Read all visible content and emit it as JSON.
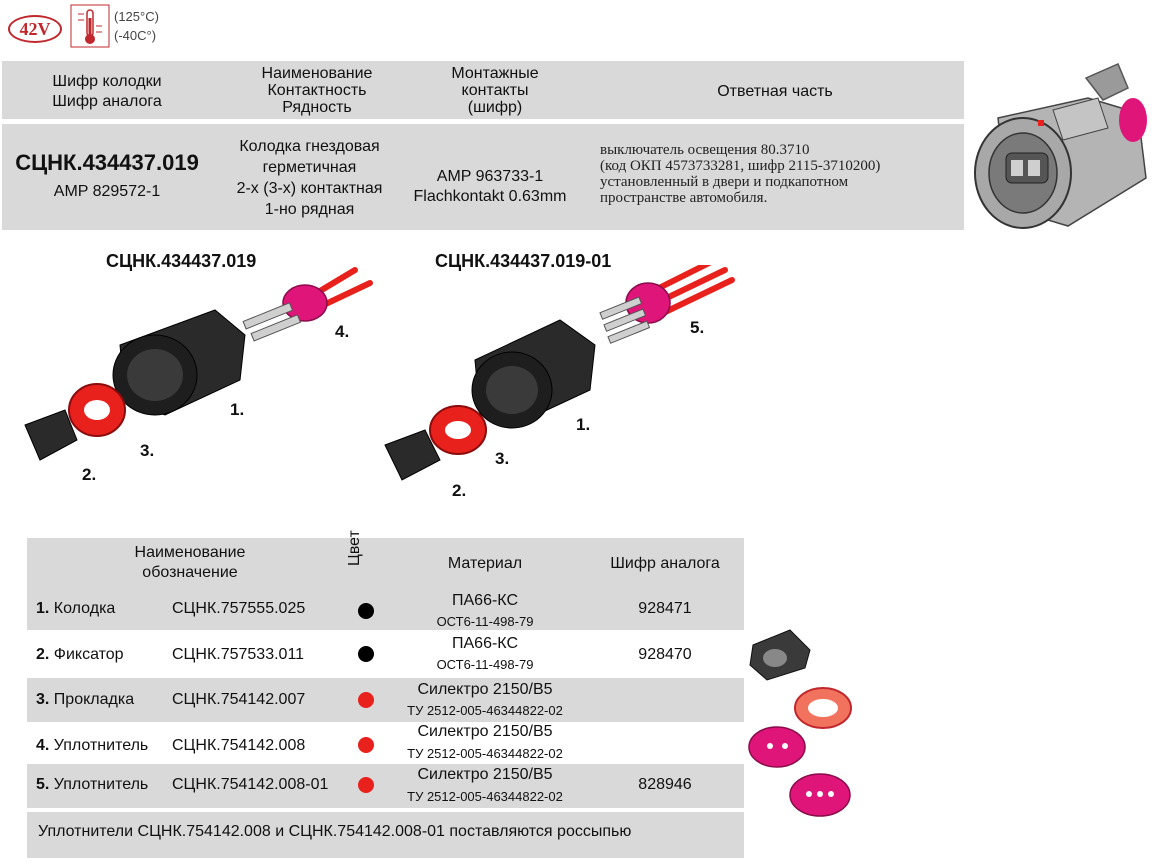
{
  "header": {
    "voltage": "42V",
    "temp_high": "(125°C)",
    "temp_low": "(-40C°)"
  },
  "top_table": {
    "headers": {
      "code": [
        "Шифр колодки",
        "Шифр аналога"
      ],
      "name": [
        "Наименование",
        "Контактность",
        "Рядность"
      ],
      "contacts": [
        "Монтажные",
        "контакты",
        "(шифр)"
      ],
      "mating": "Ответная часть"
    },
    "row": {
      "code": "СЦНК.434437.019",
      "analog": "AMP 829572-1",
      "name_lines": [
        "Колодка гнездовая",
        "герметичная",
        "2-х (3-х) контактная",
        "1-но рядная"
      ],
      "contacts_lines": [
        "AMP 963733-1",
        "Flachkontakt 0.63mm"
      ],
      "mating_lines": [
        "выключатель освещения 80.3710",
        "(код ОКП 4573733281, шифр 2115-3710200)",
        "установленный в двери и подкапотном",
        "пространстве автомобиля."
      ]
    }
  },
  "assemblies": [
    {
      "title": "СЦНК.434437.019",
      "labels": [
        "1.",
        "2.",
        "3.",
        "4."
      ]
    },
    {
      "title": "СЦНК.434437.019-01",
      "labels": [
        "1.",
        "2.",
        "3.",
        "5."
      ]
    }
  ],
  "parts_table": {
    "headers": {
      "name": [
        "Наименование",
        "обозначение"
      ],
      "color": "Цвет",
      "material": "Материал",
      "analog": "Шифр аналога"
    },
    "rows": [
      {
        "num": "1.",
        "name": "Колодка",
        "code": "СЦНК.757555.025",
        "color": "#000000",
        "material": "ПА66-КС",
        "material_std": "ОСТ6-11-498-79",
        "analog": "928471"
      },
      {
        "num": "2.",
        "name": "Фиксатор",
        "code": "СЦНК.757533.011",
        "color": "#000000",
        "material": "ПА66-КС",
        "material_std": "ОСТ6-11-498-79",
        "analog": "928470"
      },
      {
        "num": "3.",
        "name": "Прокладка",
        "code": "СЦНК.754142.007",
        "color": "#e8211d",
        "material": "Силектро 2150/В5",
        "material_std": "ТУ 2512-005-46344822-02",
        "analog": ""
      },
      {
        "num": "4.",
        "name": "Уплотнитель",
        "code": "СЦНК.754142.008",
        "color": "#e8211d",
        "material": "Силектро 2150/В5",
        "material_std": "ТУ 2512-005-46344822-02",
        "analog": ""
      },
      {
        "num": "5.",
        "name": "Уплотнитель",
        "code": "СЦНК.754142.008-01",
        "color": "#e8211d",
        "material": "Силектро 2150/В5",
        "material_std": "ТУ 2512-005-46344822-02",
        "analog": "828946"
      }
    ],
    "footnote": "Уплотнители СЦНК.754142.008 и СЦНК.754142.008-01 поставляются россыпью"
  },
  "colors": {
    "cell_bg": "#d9d9d9",
    "red": "#e8211d",
    "magenta": "#e0157a",
    "badge": "#c0282d"
  }
}
